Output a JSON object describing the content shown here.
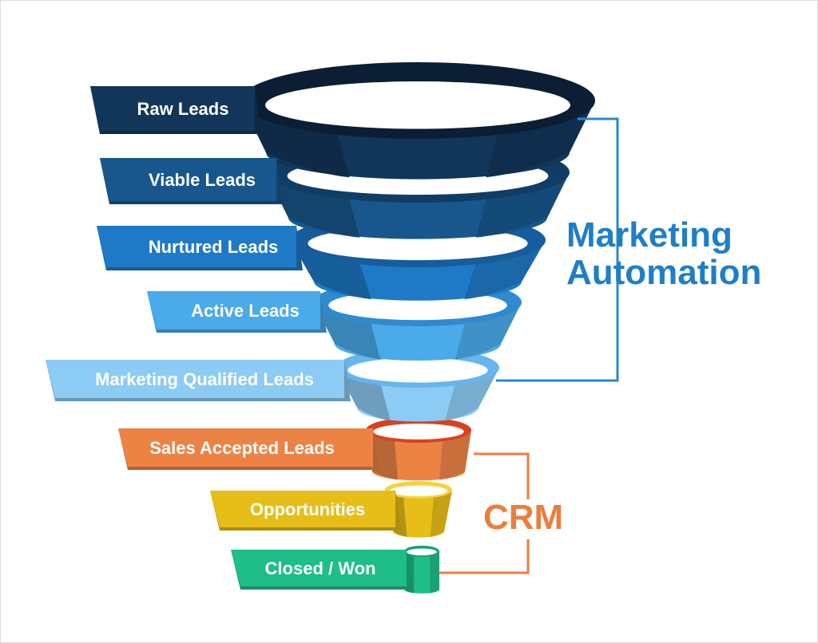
{
  "stages": [
    {
      "label": "Raw Leads",
      "color": "#12365a",
      "top": "#0b1e33"
    },
    {
      "label": "Viable Leads",
      "color": "#18578d",
      "top": "#0f3d66"
    },
    {
      "label": "Nurtured Leads",
      "color": "#1e7ac6",
      "top": "#155d9c"
    },
    {
      "label": "Active Leads",
      "color": "#4aaaea",
      "top": "#2f8bd0"
    },
    {
      "label": "Marketing Qualified Leads",
      "color": "#8ccbf4",
      "top": "#64b6ec"
    },
    {
      "label": "Sales Accepted Leads",
      "color": "#ec8345",
      "top": "#d9411f"
    },
    {
      "label": "Opportunities",
      "color": "#e7be18",
      "top": "#f4d33c"
    },
    {
      "label": "Closed / Won",
      "color": "#1fbd87",
      "top": "#15a070"
    }
  ],
  "groups": {
    "marketing_automation": {
      "line1": "Marketing",
      "line2": "Automation",
      "color": "#1f7ec8"
    },
    "crm": {
      "label": "CRM",
      "color": "#ec7d3d"
    }
  }
}
